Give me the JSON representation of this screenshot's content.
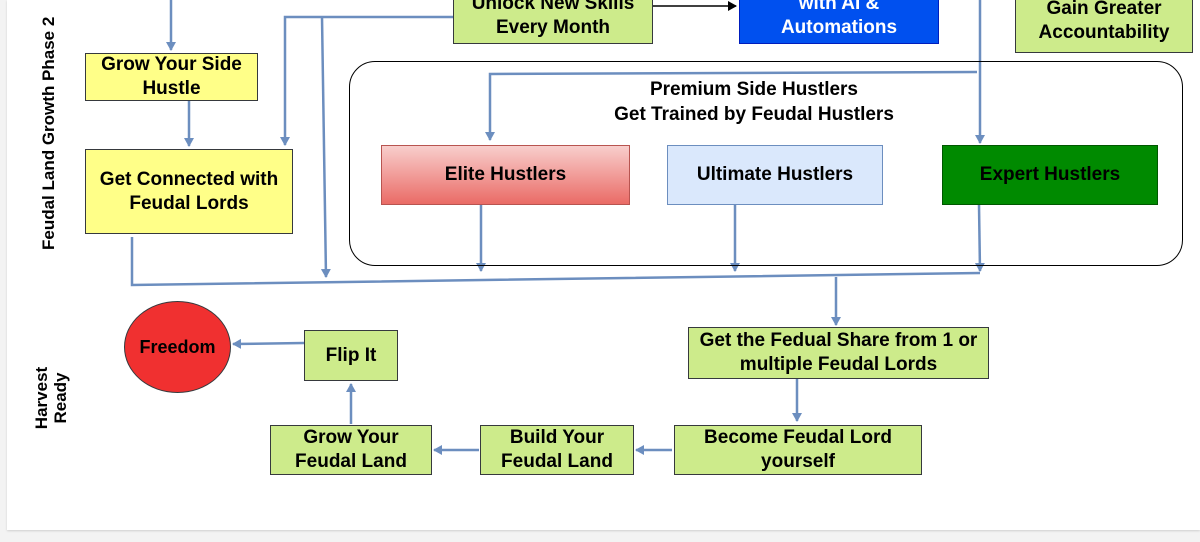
{
  "phases": {
    "phase2": "Feudal Land Growth Phase 2",
    "harvest_line1": "Harvest",
    "harvest_line2": "Ready"
  },
  "nodes": {
    "unlock_skills": "Unlock New Skills Every Month",
    "ai_automations": "with AI & Automations",
    "accountability": "Gain Greater Accountability",
    "grow_side_hustle": "Grow Your Side Hustle",
    "get_connected": "Get Connected with Feudal Lords",
    "premium_title_line1": "Premium Side Hustlers",
    "premium_title_line2": "Get Trained by Feudal Hustlers",
    "elite": "Elite Hustlers",
    "ultimate": "Ultimate Hustlers",
    "expert": "Expert Hustlers",
    "feudal_share": "Get the Fedual Share from 1 or multiple Feudal Lords",
    "become_lord": "Become Feudal Lord yourself",
    "build_land": "Build Your Feudal Land",
    "grow_land": "Grow Your Feudal Land",
    "flip_it": "Flip It",
    "freedom": "Freedom"
  },
  "colors": {
    "connector": "#6c8ebf",
    "yellow_fill": "#ffff88",
    "green_fill": "#cdeb8b",
    "blue_fill": "#0050ef",
    "elite_fill": "#ea6b66",
    "ultimate_fill": "#dae8fc",
    "expert_fill": "#008a00",
    "freedom_fill": "#f03030"
  }
}
